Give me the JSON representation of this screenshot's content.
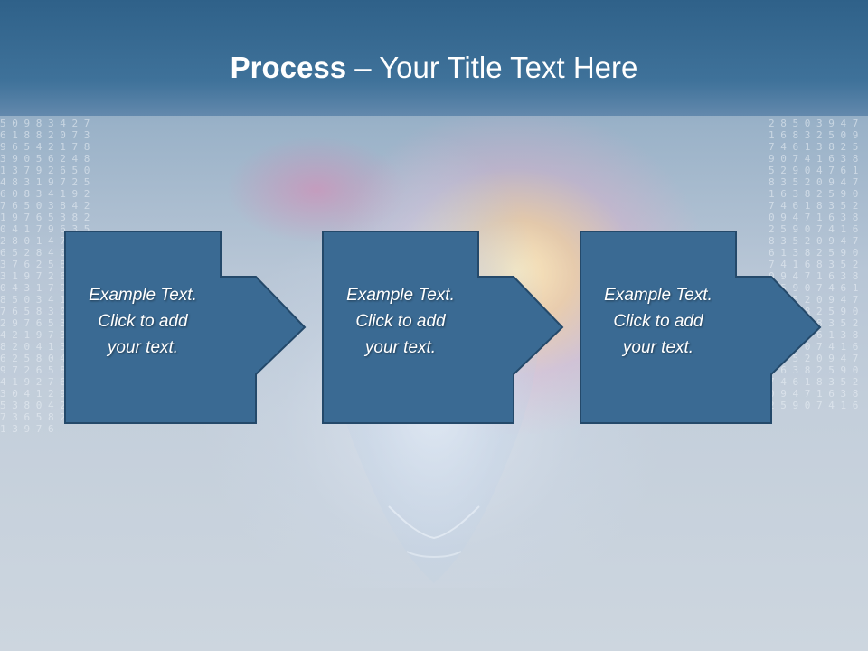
{
  "slide": {
    "title_bold": "Process",
    "title_rest": " – Your Title Text Here",
    "colors": {
      "header": "#3a6c95",
      "box_fill": "#3a6a93",
      "box_stroke": "#24496a",
      "text": "#ffffff"
    }
  },
  "steps": [
    {
      "text": "Example Text.\nClick  to add\nyour text."
    },
    {
      "text": "Example Text.\nClick  to add\nyour text."
    },
    {
      "text": "Example Text.\nClick  to add\nyour text."
    }
  ]
}
